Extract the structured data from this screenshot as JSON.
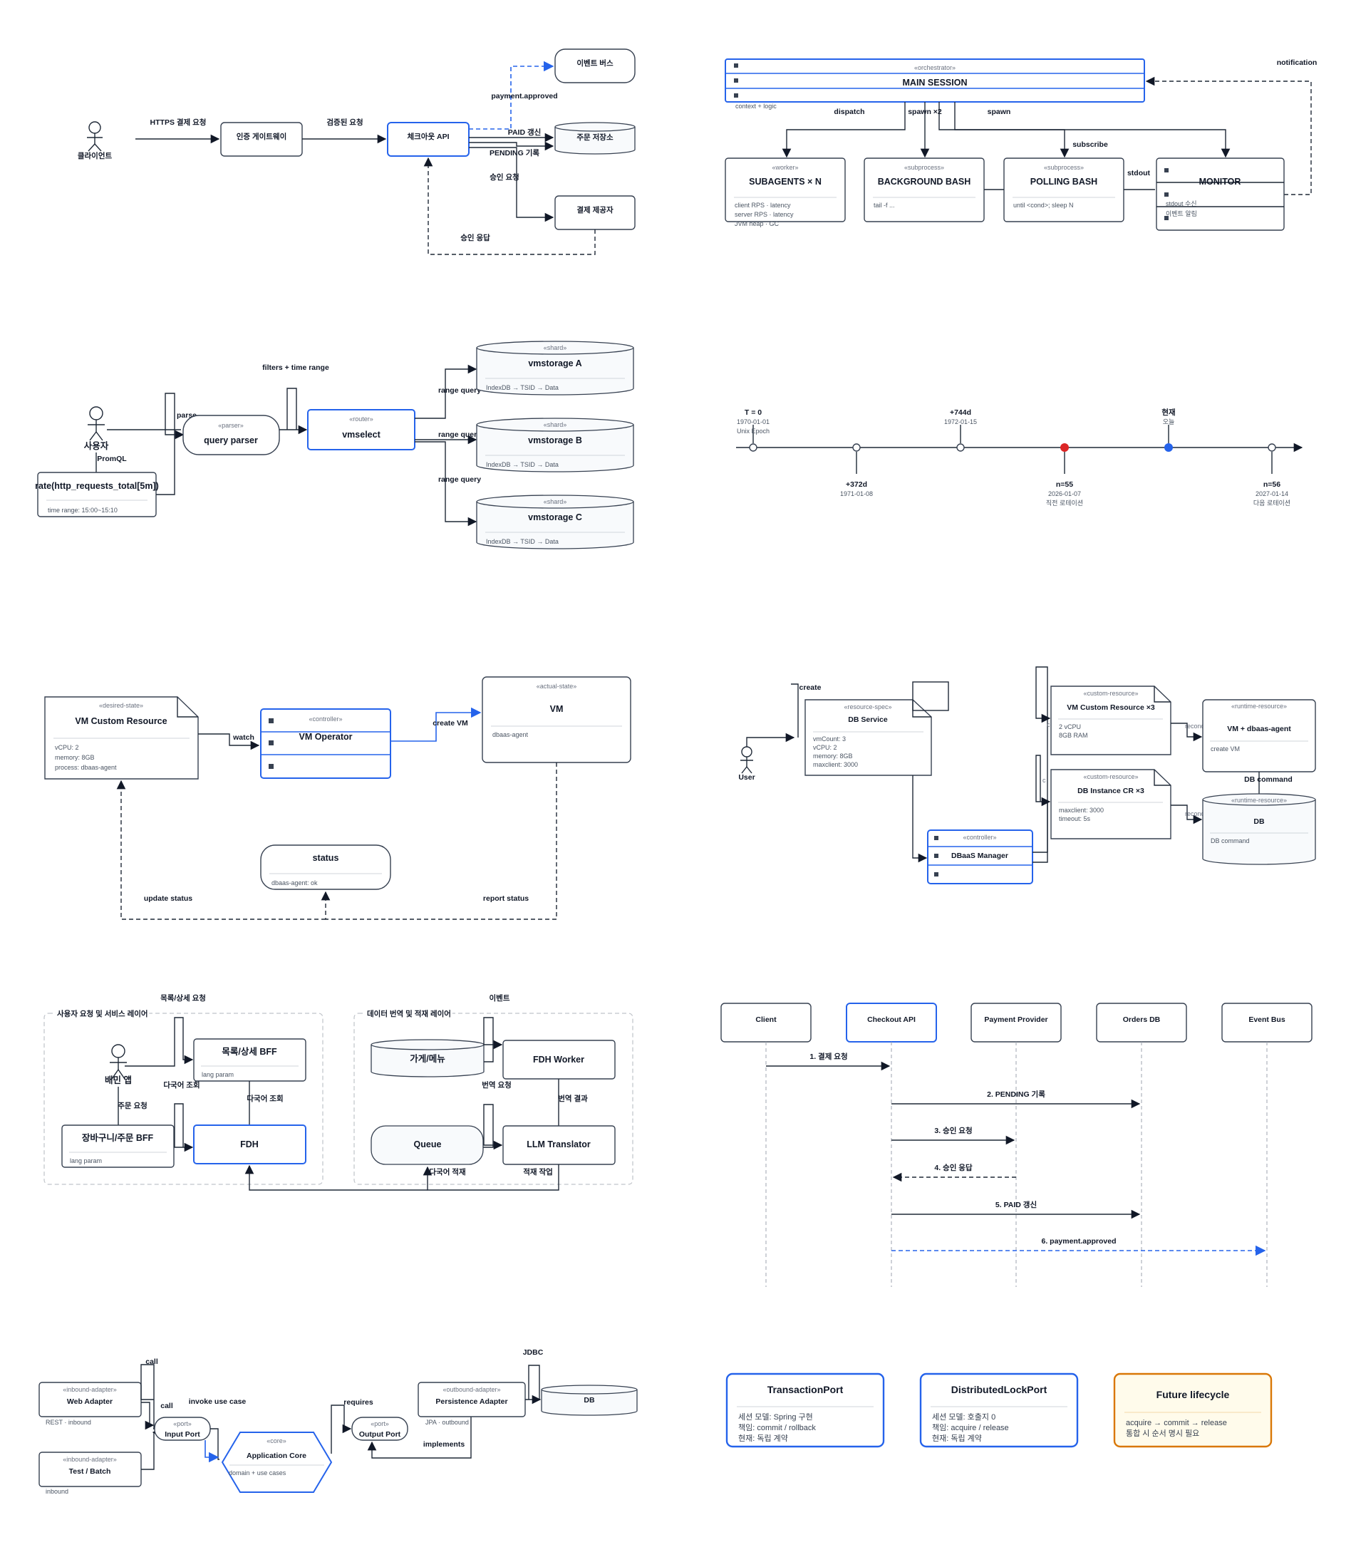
{
  "d1": {
    "client": "클라이언트",
    "gateway": "인증 게이트웨이",
    "api": "체크아웃 API",
    "bus": "이벤트 버스",
    "store": "주문 저장소",
    "provider": "결제 제공자",
    "e_https": "HTTPS 결제 요청",
    "e_verified": "검증된 요청",
    "e_event": "payment.approved",
    "e_paid": "PAID 갱신",
    "e_pending": "PENDING 기록",
    "e_approve_req": "승인 요청",
    "e_approve_resp": "승인 응답"
  },
  "d2": {
    "main_stereo": "«orchestrator»",
    "main_title": "MAIN SESSION",
    "main_note": "context + logic",
    "notification": "notification",
    "dispatch": "dispatch",
    "spawn2": "spawn ×2",
    "spawn": "spawn",
    "subscribe": "subscribe",
    "stdout": "stdout",
    "sub_stereo": "«worker»",
    "sub_title": "SUBAGENTS × N",
    "sub_l1": "client RPS · latency",
    "sub_l2": "server RPS · latency",
    "sub_l3": "JVM heap · GC",
    "bg_stereo": "«subprocess»",
    "bg_title": "BACKGROUND BASH",
    "bg_l1": "tail -f ...",
    "poll_stereo": "«subprocess»",
    "poll_title": "POLLING BASH",
    "poll_l1": "until <cond>; sleep N",
    "mon_title": "MONITOR",
    "mon_l1": "stdout 수신",
    "mon_l2": "이벤트 알림"
  },
  "d3": {
    "user": "사용자",
    "promql_label": "PromQL",
    "query": "rate(http_requests_total[5m])",
    "time_range": "time range: 15:00~15:10",
    "parse": "parse",
    "parser_stereo": "«parser»",
    "parser": "query parser",
    "filters": "filters + time range",
    "router_stereo": "«router»",
    "router": "vmselect",
    "range_query": "range query",
    "shard_stereo": "«shard»",
    "shard_a": "vmstorage A",
    "shard_b": "vmstorage B",
    "shard_c": "vmstorage C",
    "shard_detail": "IndexDB → TSID → Data"
  },
  "d4": {
    "p1_label": "T = 0",
    "p1_d1": "1970-01-01",
    "p1_d2": "Unix Epoch",
    "p2_label": "+372d",
    "p2_d1": "1971-01-08",
    "p3_label": "+744d",
    "p3_d1": "1972-01-15",
    "p4_label": "n=55",
    "p4_d1": "2026-01-07",
    "p4_d2": "직전 로테이션",
    "p5_label": "현재",
    "p5_d1": "오늘",
    "p6_label": "n=56",
    "p6_d1": "2027-01-14",
    "p6_d2": "다음 로테이션",
    "red": "#dc2626",
    "blue": "#2563eb"
  },
  "d5": {
    "cr_stereo": "«desired-state»",
    "cr_title": "VM Custom Resource",
    "cr_l1": "vCPU: 2",
    "cr_l2": "memory: 8GB",
    "cr_l3": "process: dbaas-agent",
    "op_stereo": "«controller»",
    "op_title": "VM Operator",
    "vm_stereo": "«actual-state»",
    "vm_title": "VM",
    "vm_l1": "dbaas-agent",
    "status_title": "status",
    "status_l1": "dbaas-agent: ok",
    "watch": "watch",
    "create_vm": "create VM",
    "update_status": "update status",
    "report_status": "report status"
  },
  "d6": {
    "user": "User",
    "create": "create",
    "svc_stereo": "«resource-spec»",
    "svc_title": "DB Service",
    "svc_l1": "vmCount: 3",
    "svc_l2": "vCPU: 2",
    "svc_l3": "memory: 8GB",
    "svc_l4": "maxclient: 3000",
    "mgr_stereo": "«controller»",
    "mgr_title": "DBaaS Manager",
    "vmcr_stereo": "«custom-resource»",
    "vmcr_title": "VM Custom Resource ×3",
    "vmcr_l1": "2 vCPU",
    "vmcr_l2": "8GB RAM",
    "dbcr_stereo": "«custom-resource»",
    "dbcr_title": "DB Instance CR ×3",
    "dbcr_l1": "maxclient: 3000",
    "dbcr_l2": "timeout: 5s",
    "vmrt_stereo": "«runtime-resource»",
    "vmrt_title": "VM + dbaas-agent",
    "vmrt_l1": "create VM",
    "dbrt_stereo": "«runtime-resource»",
    "dbrt_title": "DB",
    "dbrt_l1": "DB command",
    "db_command": "DB command",
    "reconcile": "reconcile"
  },
  "d7": {
    "g1": "사용자 요청 및 서비스 레이어",
    "g2": "데이터 번역 및 적재 레이어",
    "list_req": "목록/상세 요청",
    "event": "이벤트",
    "app": "배민 앱",
    "bff1": "목록/상세 BFF",
    "bff1_l1": "lang param",
    "multi_lookup": "다국어 조회",
    "order_req": "주문 요청",
    "bff2": "장바구니/주문 BFF",
    "bff2_l1": "lang param",
    "fdh": "FDH",
    "store": "가게/메뉴",
    "worker": "FDH Worker",
    "translate_req": "번역 요청",
    "translate_res": "번역 결과",
    "queue": "Queue",
    "llm": "LLM Translator",
    "multi_load": "다국어 적재",
    "load_job": "적재 작업"
  },
  "d8": {
    "client": "Client",
    "api": "Checkout API",
    "provider": "Payment Provider",
    "db": "Orders DB",
    "bus": "Event Bus",
    "m1": "1. 결제 요청",
    "m2": "2. PENDING 기록",
    "m3": "3. 승인 요청",
    "m4": "4. 승인 응답",
    "m5": "5. PAID 갱신",
    "m6": "6. payment.approved"
  },
  "d9": {
    "web_stereo": "«inbound-adapter»",
    "web_title": "Web Adapter",
    "web_note": "REST · inbound",
    "test_stereo": "«inbound-adapter»",
    "test_title": "Test / Batch",
    "test_note": "inbound",
    "call": "call",
    "in_stereo": "«port»",
    "in_title": "Input Port",
    "invoke": "invoke use case",
    "core_stereo": "«core»",
    "core_title": "Application Core",
    "core_note": "domain + use cases",
    "out_stereo": "«port»",
    "out_title": "Output Port",
    "requires": "requires",
    "implements": "implements",
    "pa_stereo": "«outbound-adapter»",
    "pa_title": "Persistence Adapter",
    "pa_note": "JPA · outbound",
    "jdbc": "JDBC",
    "db": "DB"
  },
  "d10": {
    "tp_title": "TransactionPort",
    "tp_l1": "세션 모델: Spring 구현",
    "tp_l2": "책임: commit / rollback",
    "tp_l3": "현재: 독립 계약",
    "dl_title": "DistributedLockPort",
    "dl_l1": "세션 모델: 호출지 0",
    "dl_l2": "책임: acquire / release",
    "dl_l3": "현재: 독립 계약",
    "fl_title": "Future lifecycle",
    "fl_l1": "acquire → commit → release",
    "fl_l2": "통합 시 순서 명시 필요",
    "orange": "#d97706"
  }
}
